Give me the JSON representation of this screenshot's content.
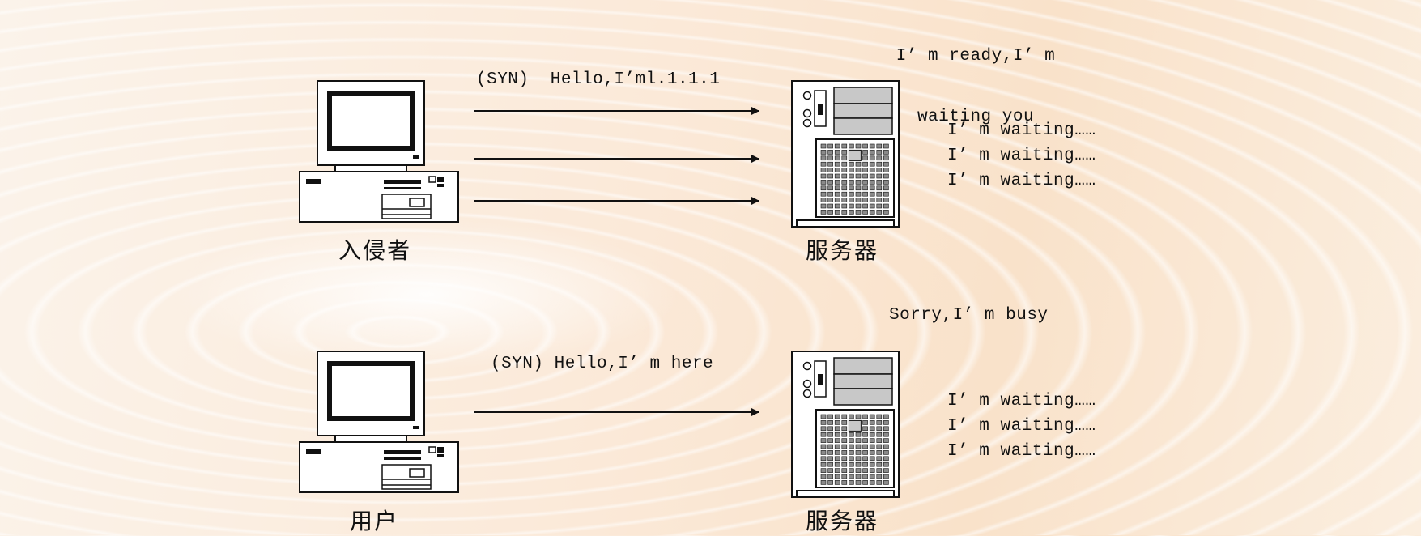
{
  "scenario_attack": {
    "actor_label": "入侵者",
    "message": "(SYN)  Hello,I’ml.1.1.1",
    "server_label": "服务器",
    "server_reply_line1": "I’ m ready,I’ m",
    "server_reply_line2": "waiting you",
    "waiting_lines": [
      "I’ m waiting……",
      "I’ m waiting……",
      "I’ m waiting……"
    ]
  },
  "scenario_user": {
    "actor_label": "用户",
    "message": "(SYN) Hello,I’ m here",
    "server_label": "服务器",
    "server_reply": "Sorry,I’ m busy",
    "waiting_lines": [
      "I’ m waiting……",
      "I’ m waiting……",
      "I’ m waiting……"
    ]
  },
  "colors": {
    "line": "#111111",
    "screen": "#ffffff",
    "panel_gray": "#c8c8c8"
  }
}
